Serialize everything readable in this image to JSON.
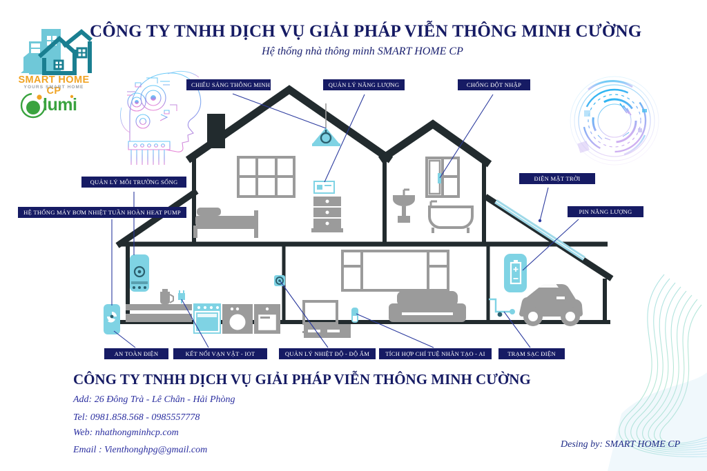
{
  "header": {
    "company_title": "CÔNG TY TNHH DỊCH VỤ GIẢI PHÁP VIỄN THÔNG MINH CƯỜNG",
    "subtitle": "Hệ thống nhà thông minh SMART HOME CP"
  },
  "logo": {
    "brand_name": "SMART HOME CP",
    "tagline": "YOURS  SMART HOME",
    "partner_name": "lumi",
    "house_light_color": "#6fc8d8",
    "house_dark_color": "#1a7f91",
    "brand_text_color": "#f0a323",
    "partner_color": "#3aa33f",
    "partner_dot_color": "#f0a323"
  },
  "labels": {
    "lighting": "CHIẾU SÁNG THÔNG MINH",
    "energy_management": "QUẢN LÝ NĂNG LƯỢNG",
    "intrusion": "CHỐNG ĐỘT NHẬP",
    "living_env": "QUẢN LÝ MÔI TRƯỜNG SỐNG",
    "heat_pump": "HỆ THỐNG MÁY BƠM NHIỆT TUẦN HOÀN HEAT PUMP",
    "solar": "ĐIỆN MẶT TRỜI",
    "battery": "PIN NĂNG LƯỢNG",
    "electric_safety": "AN TOÀN ĐIỆN",
    "iot": "KẾT NỐI VẠN VẬT  - IOT",
    "temp_humidity": "QUẢN LÝ NHIỆT ĐỘ  - ĐỘ ẨM",
    "ai": "TÍCH HỢP CHÍ TUỆ NHÂN TẠO  - AI",
    "charging": "TRẠM SẠC ĐIỆN"
  },
  "footer": {
    "company_title": "CÔNG TY TNHH DỊCH VỤ GIẢI PHÁP VIỄN THÔNG MINH CƯỜNG",
    "address": "Add: 26  Đông Trà  - Lê Chân - Hải Phòng",
    "tel": "Tel: 0981.858.568  -  0985557778",
    "web": "Web: nhathongminhcp.com",
    "email": "Email :  Vienthonghpg@gmail.com",
    "design_credit": "Desing by: SMART HOME CP"
  },
  "theme": {
    "navy": "#161b64",
    "dark_roof": "#222b2e",
    "grey_furniture": "#9b9b9b",
    "cyan_device": "#7fd3e4",
    "connector_line": "#2b3a9e"
  }
}
